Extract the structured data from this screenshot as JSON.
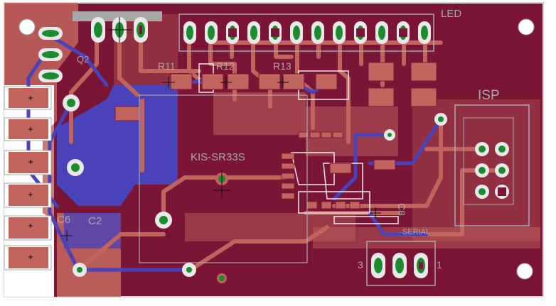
{
  "board": {
    "colors": {
      "substrate": "#7a1536",
      "copper_top": "#c0645d",
      "copper_bottom": "#4a42b8",
      "pad_ring": "#e8e8e8",
      "via_hole": "#1c8a2e",
      "silkscreen": "#a8a8a8",
      "outline": "#d8d8d8",
      "background": "#ffffff"
    },
    "labels": {
      "led": "LED",
      "isp": "ISP",
      "q2": "Q2",
      "r11": "R11",
      "r12": "R12",
      "r13": "R13",
      "module": "KIS-SR33S",
      "c6": "C6",
      "c2": "C2",
      "c8": "C8",
      "serial": "SERIAL",
      "pin3": "3",
      "pin1": "1"
    }
  }
}
